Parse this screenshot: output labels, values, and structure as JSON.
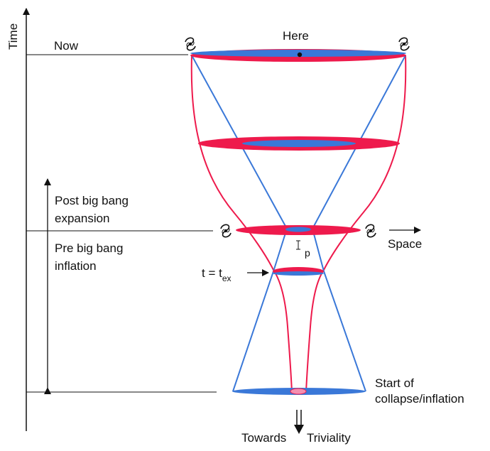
{
  "labels": {
    "time_axis": "Time",
    "now": "Now",
    "here": "Here",
    "post_line1": "Post big bang",
    "post_line2": "expansion",
    "pre_line1": "Pre big bang",
    "pre_line2": "inflation",
    "space": "Space",
    "t_prefix": "t = t",
    "t_sub": "ex",
    "l_symbol": "l",
    "l_sub": "p",
    "start_line1": "Start of",
    "start_line2": "collapse/inflation",
    "towards": "Towards",
    "triviality": "Triviality"
  },
  "colors": {
    "red": "#ee1a4c",
    "blue": "#3a78d8",
    "axis": "#111111",
    "pink": "#f48fb0"
  },
  "icons": [
    "galaxy-icon"
  ]
}
